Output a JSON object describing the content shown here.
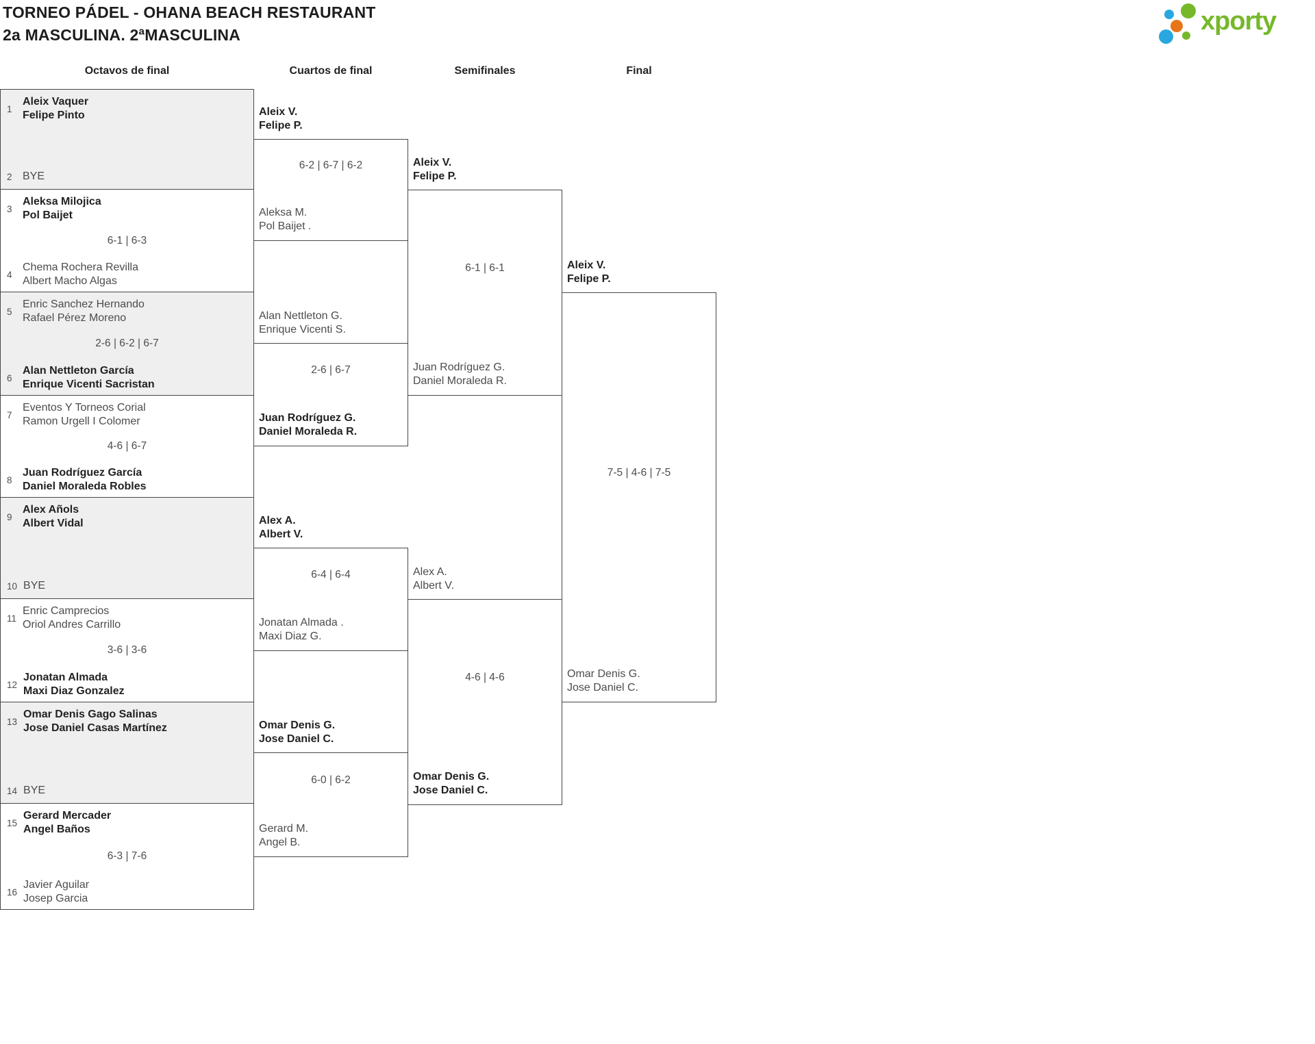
{
  "title": "TORNEO PÁDEL - OHANA BEACH RESTAURANT",
  "subtitle": "2a MASCULINA. 2ªMASCULINA",
  "logo": {
    "text": "xporty"
  },
  "colors": {
    "grey_fill": "#efefef",
    "line": "#474747",
    "logo_green": "#76b82a",
    "logo_blue": "#29a8e0",
    "logo_orange": "#e87617"
  },
  "columns": [
    "Octavos de final",
    "Cuartos de final",
    "Semifinales",
    "Final"
  ],
  "r16": [
    {
      "seed_top": "1",
      "top1": "Aleix Vaquer",
      "top2": "Felipe Pinto",
      "winner": "top",
      "score": "",
      "seed_bottom": "2",
      "bottom1": "BYE",
      "bottom2": ""
    },
    {
      "seed_top": "3",
      "top1": "Aleksa Milojica",
      "top2": "Pol Baijet",
      "winner": "top",
      "score": "6-1 | 6-3",
      "seed_bottom": "4",
      "bottom1": "Chema Rochera Revilla",
      "bottom2": "Albert Macho Algas"
    },
    {
      "seed_top": "5",
      "top1": "Enric Sanchez Hernando",
      "top2": "Rafael Pérez Moreno",
      "winner": "bottom",
      "score": "2-6 | 6-2 | 6-7",
      "seed_bottom": "6",
      "bottom1": "Alan Nettleton García",
      "bottom2": "Enrique Vicenti Sacristan"
    },
    {
      "seed_top": "7",
      "top1": "Eventos Y Torneos Corial",
      "top2": "Ramon Urgell I Colomer",
      "winner": "bottom",
      "score": "4-6 | 6-7",
      "seed_bottom": "8",
      "bottom1": "Juan Rodríguez García",
      "bottom2": "Daniel Moraleda Robles"
    },
    {
      "seed_top": "9",
      "top1": "Alex Añols",
      "top2": "Albert Vidal",
      "winner": "top",
      "score": "",
      "seed_bottom": "10",
      "bottom1": "BYE",
      "bottom2": ""
    },
    {
      "seed_top": "11",
      "top1": "Enric Camprecios",
      "top2": "Oriol Andres Carrillo",
      "winner": "bottom",
      "score": "3-6 | 3-6",
      "seed_bottom": "12",
      "bottom1": "Jonatan Almada",
      "bottom2": "Maxi Diaz Gonzalez"
    },
    {
      "seed_top": "13",
      "top1": "Omar Denis Gago Salinas",
      "top2": "Jose Daniel Casas Martínez",
      "winner": "top",
      "score": "",
      "seed_bottom": "14",
      "bottom1": "BYE",
      "bottom2": ""
    },
    {
      "seed_top": "15",
      "top1": "Gerard Mercader",
      "top2": "Angel Baños",
      "winner": "top",
      "score": "6-3 | 7-6",
      "seed_bottom": "16",
      "bottom1": "Javier Aguilar",
      "bottom2": "Josep Garcia"
    }
  ],
  "qf": [
    {
      "top1": "Aleix V.",
      "top2": "Felipe P.",
      "winner": "top",
      "score": "6-2 | 6-7 | 6-2",
      "bottom1": "Aleksa M.",
      "bottom2": "Pol Baijet ."
    },
    {
      "top1": "Alan Nettleton G.",
      "top2": "Enrique Vicenti S.",
      "winner": "bottom",
      "score": "2-6 | 6-7",
      "bottom1": "Juan Rodríguez G.",
      "bottom2": "Daniel Moraleda R."
    },
    {
      "top1": "Alex A.",
      "top2": "Albert V.",
      "winner": "top",
      "score": "6-4 | 6-4",
      "bottom1": "Jonatan Almada .",
      "bottom2": "Maxi Diaz G."
    },
    {
      "top1": "Omar Denis G.",
      "top2": "Jose Daniel C.",
      "winner": "top",
      "score": "6-0 | 6-2",
      "bottom1": "Gerard M.",
      "bottom2": "Angel B."
    }
  ],
  "sf": [
    {
      "top1": "Aleix V.",
      "top2": "Felipe P.",
      "winner": "top",
      "score": "6-1 | 6-1",
      "bottom1": "Juan Rodríguez G.",
      "bottom2": "Daniel Moraleda R."
    },
    {
      "top1": "Alex A.",
      "top2": "Albert V.",
      "winner": "bottom",
      "score": "4-6 | 4-6",
      "bottom1": "Omar Denis G.",
      "bottom2": "Jose Daniel C."
    }
  ],
  "final": {
    "top1": "Aleix V.",
    "top2": "Felipe P.",
    "winner": "top",
    "score": "7-5 | 4-6 | 7-5",
    "bottom1": "Omar Denis G.",
    "bottom2": "Jose Daniel C."
  }
}
